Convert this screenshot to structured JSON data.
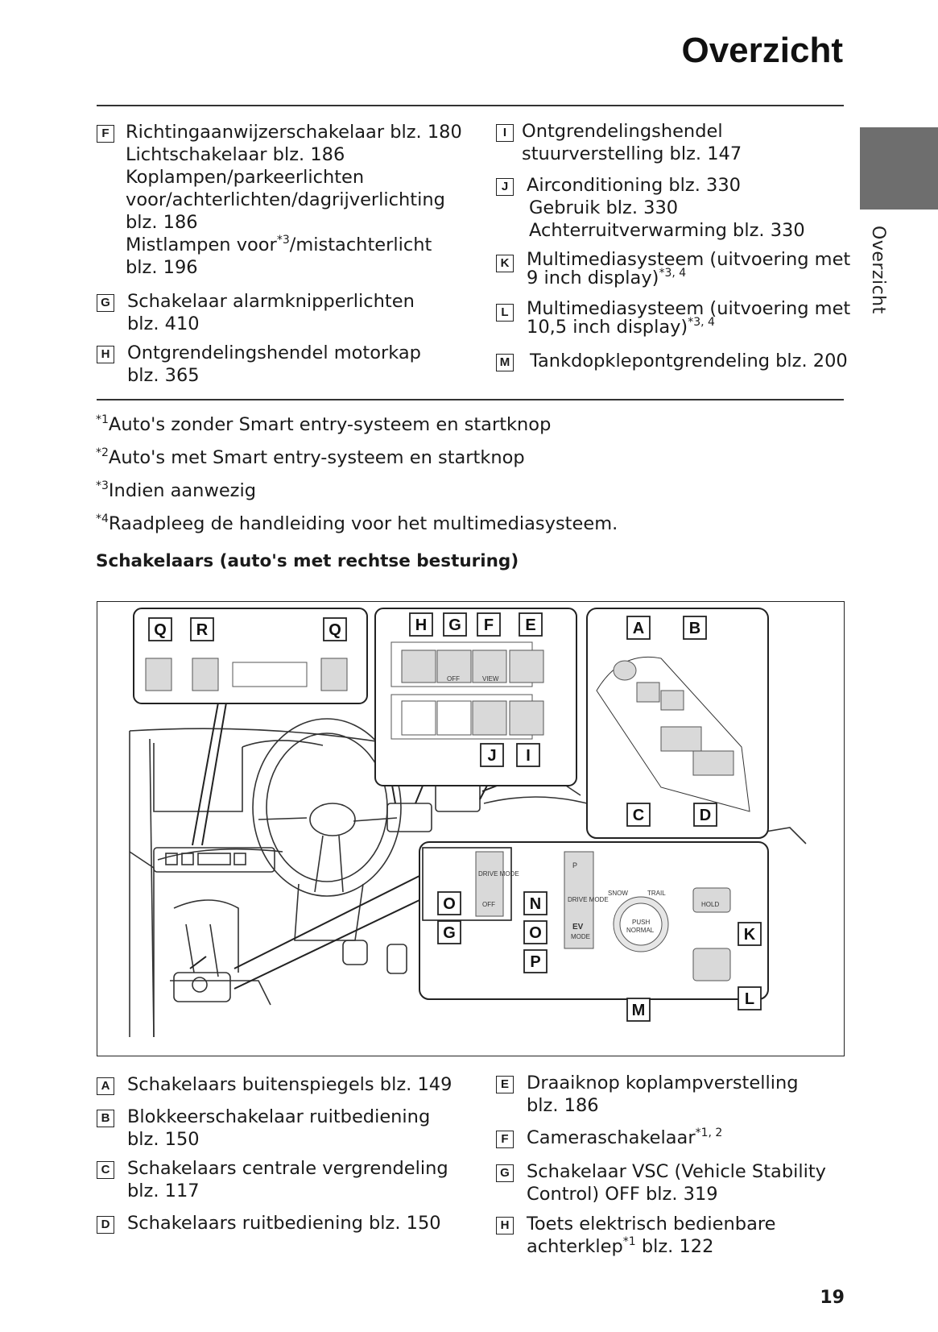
{
  "header": {
    "title": "Overzicht"
  },
  "side_tab": {
    "label": "Overzicht"
  },
  "top_entries_left": [
    {
      "label": "F",
      "lines": [
        "Richtingaanwijzerschakelaar blz. 180",
        "Lichtschakelaar blz. 186",
        "Koplampen/parkeerlichten",
        "voor/achterlichten/dagrijverlichting",
        "blz. 186"
      ],
      "line5_pre": "Mistlampen voor",
      "line5_sup": "*3",
      "line5_post": "/mistachterlicht",
      "line6": "blz. 196"
    },
    {
      "label": "G",
      "lines": [
        "Schakelaar alarmknipperlichten",
        "blz. 410"
      ]
    },
    {
      "label": "H",
      "lines": [
        "Ontgrendelingshendel motorkap",
        "blz. 365"
      ]
    }
  ],
  "top_entries_right": [
    {
      "label": "I",
      "lines": [
        "Ontgrendelingshendel",
        "stuurverstelling blz. 147"
      ]
    },
    {
      "label": "J",
      "lines": [
        "Airconditioning blz. 330",
        "Gebruik blz. 330",
        "Achterruitverwarming blz. 330"
      ]
    },
    {
      "label": "K",
      "line1": "Multimediasysteem (uitvoering met",
      "line2": "9 inch display)",
      "sup": "*3, 4"
    },
    {
      "label": "L",
      "line1": "Multimediasysteem (uitvoering met",
      "line2": "10,5 inch display)",
      "sup": "*3, 4"
    },
    {
      "label": "M",
      "lines": [
        "Tankdopklepontgrendeling blz. 200"
      ]
    }
  ],
  "footnotes": [
    {
      "mark": "*1",
      "text": "Auto's zonder Smart entry-systeem en startknop"
    },
    {
      "mark": "*2",
      "text": "Auto's met Smart entry-systeem en startknop"
    },
    {
      "mark": "*3",
      "text": "Indien aanwezig"
    },
    {
      "mark": "*4",
      "text": "Raadpleeg de handleiding voor het multimediasysteem."
    }
  ],
  "section_heading": "Schakelaars (auto's met rechtse besturing)",
  "figure": {
    "callouts": [
      "Q",
      "R",
      "Q",
      "H",
      "G",
      "F",
      "E",
      "A",
      "B",
      "J",
      "I",
      "C",
      "D",
      "O",
      "G",
      "N",
      "O",
      "P",
      "K",
      "L",
      "M"
    ],
    "small_text": {
      "off": "OFF",
      "view": "VIEW",
      "drive_mode": "DRIVE MODE",
      "ev_mode": "MODE",
      "ev": "EV",
      "snow": "SNOW",
      "trail": "TRAIL",
      "push": "PUSH",
      "normal": "NORMAL",
      "hold": "HOLD",
      "p": "P"
    }
  },
  "bottom_entries_left": [
    {
      "label": "A",
      "lines": [
        "Schakelaars buitenspiegels blz. 149"
      ]
    },
    {
      "label": "B",
      "lines": [
        "Blokkeerschakelaar ruitbediening",
        "blz. 150"
      ]
    },
    {
      "label": "C",
      "lines": [
        "Schakelaars centrale vergrendeling",
        "blz. 117"
      ]
    },
    {
      "label": "D",
      "lines": [
        "Schakelaars ruitbediening blz. 150"
      ]
    }
  ],
  "bottom_entries_right": [
    {
      "label": "E",
      "lines": [
        "Draaiknop koplampverstelling",
        "blz. 186"
      ]
    },
    {
      "label": "F",
      "line1_pre": "Cameraschakelaar",
      "line1_sup": "*1, 2"
    },
    {
      "label": "G",
      "lines": [
        "Schakelaar VSC (Vehicle Stability",
        "Control) OFF blz. 319"
      ]
    },
    {
      "label": "H",
      "line1": "Toets elektrisch bedienbare",
      "line2_pre": "achterklep",
      "line2_sup": "*1",
      "line2_post": " blz. 122"
    }
  ],
  "page_number": "19"
}
